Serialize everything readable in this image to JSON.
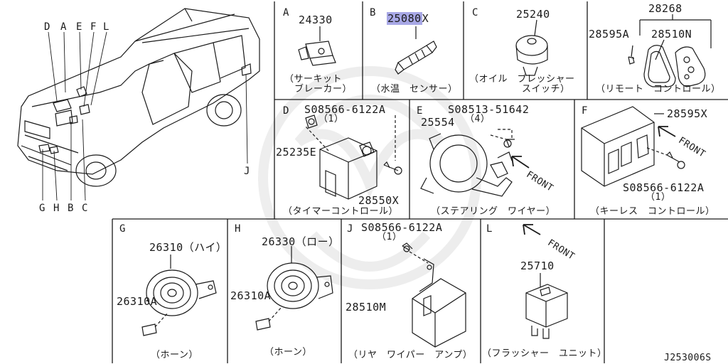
{
  "colors": {
    "line": "#1a1a1a",
    "highlight": "#a8a8e6",
    "watermark": "#ececec"
  },
  "vehicle": {
    "letters": [
      "D",
      "A",
      "E",
      "F",
      "L",
      "G",
      "H",
      "B",
      "C",
      "J"
    ]
  },
  "panels": {
    "A": {
      "letter": "A",
      "parts": [
        "24330"
      ],
      "caption": [
        "（サーキット",
        "ブレーカー）"
      ]
    },
    "B": {
      "letter": "B",
      "part_highlighted": "25080",
      "part_suffix": "X",
      "caption": "（水温　センサー）"
    },
    "C": {
      "letter": "C",
      "parts": [
        "25240"
      ],
      "caption": [
        "（オイル　プレッシャー",
        "スイッチ）"
      ]
    },
    "R": {
      "parts": [
        "28268",
        "28595A",
        "28510N"
      ],
      "caption": "（リモート　コントロール）"
    },
    "D": {
      "letter": "D",
      "bolt": "S08566-6122A",
      "qty": "（1）",
      "parts": [
        "25235E",
        "28550X"
      ],
      "caption": "（タイマーコントロール）"
    },
    "E": {
      "letter": "E",
      "bolt": "S08513-51642",
      "qty": "（4）",
      "parts": [
        "25554"
      ],
      "front": "FRONT",
      "caption": "（ステアリング　ワイヤー）"
    },
    "F": {
      "letter": "F",
      "parts": [
        "28595X"
      ],
      "bolt": "S08566-6122A",
      "qty": "（1）",
      "front": "FRONT",
      "caption": "（キーレス　コントロール）"
    },
    "G": {
      "letter": "G",
      "parts": [
        "26310（ハイ）",
        "26310A"
      ],
      "caption": "（ホーン）"
    },
    "H": {
      "letter": "H",
      "parts": [
        "26330（ロー）",
        "26310A"
      ],
      "caption": "（ホーン）"
    },
    "J": {
      "letter": "J",
      "bolt": "S08566-6122A",
      "qty": "（1）",
      "parts": [
        "28510M"
      ],
      "caption": "（リヤ　ワイパー　アンプ）"
    },
    "L": {
      "letter": "L",
      "front": "FRONT",
      "parts": [
        "25710"
      ],
      "caption": "（フラッシャー　ユニット）"
    }
  },
  "diagram_id": "J253006S"
}
